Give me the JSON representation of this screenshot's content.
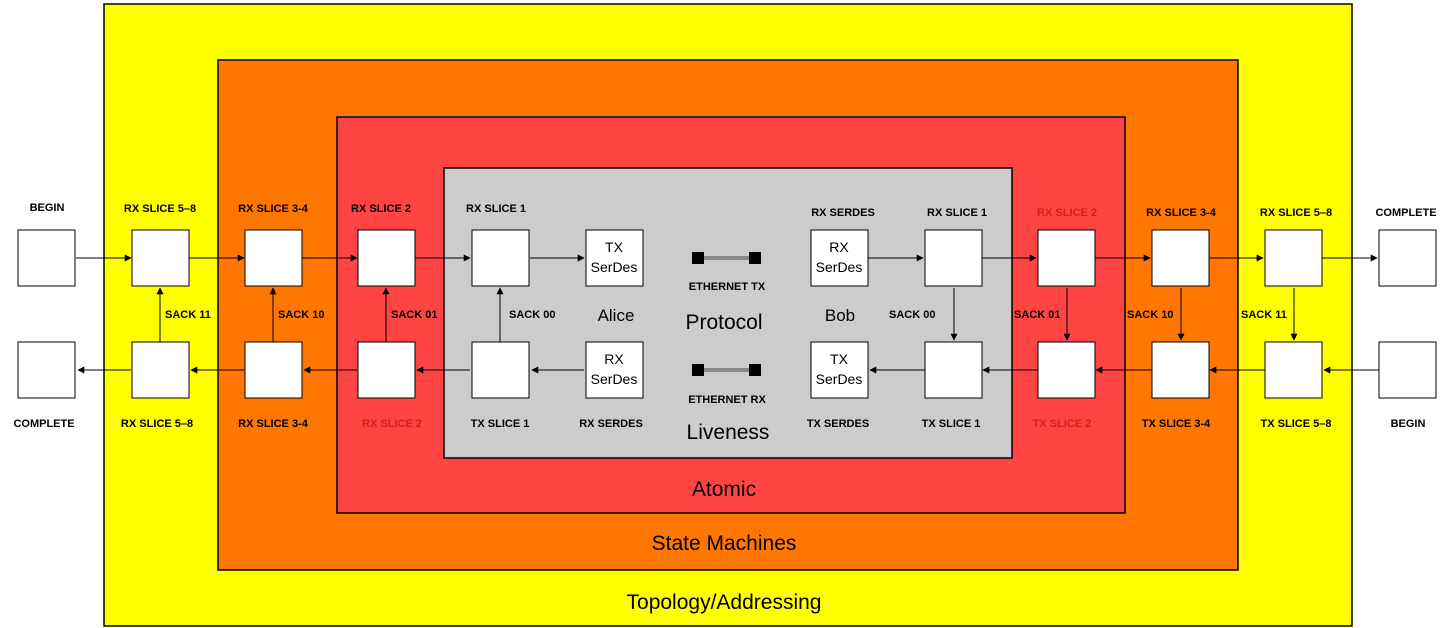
{
  "layers": {
    "topology": "Topology/Addressing",
    "state_machines": "State Machines",
    "atomic": "Atomic",
    "protocol": "Protocol",
    "liveness": "Liveness"
  },
  "parties": {
    "alice": "Alice",
    "bob": "Bob"
  },
  "ethernet": {
    "tx": "ETHERNET TX",
    "rx": "ETHERNET RX"
  },
  "serdes": {
    "alice_tx": [
      "TX",
      "SerDes"
    ],
    "alice_rx": [
      "RX",
      "SerDes"
    ],
    "bob_rx": [
      "RX",
      "SerDes"
    ],
    "bob_tx": [
      "TX",
      "SerDes"
    ]
  },
  "left": {
    "begin": "BEGIN",
    "complete": "COMPLETE",
    "top_labels": [
      "RX SLICE 5–8",
      "RX SLICE 3-4",
      "RX SLICE 2",
      "RX SLICE 1"
    ],
    "bottom_labels": [
      "RX SLICE 5–8",
      "RX SLICE 3-4",
      "RX SLICE 2",
      "TX SLICE 1",
      "RX SERDES"
    ],
    "sacks": [
      "SACK 11",
      "SACK 10",
      "SACK 01",
      "SACK 00"
    ]
  },
  "right": {
    "complete": "COMPLETE",
    "begin": "BEGIN",
    "top_labels": [
      "RX SERDES",
      "RX SLICE 1",
      "RX SLICE 2",
      "RX SLICE 3-4",
      "RX SLICE 5–8"
    ],
    "bottom_labels": [
      "TX SERDES",
      "TX SLICE 1",
      "TX SLICE 2",
      "TX SLICE 3-4",
      "TX SLICE 5–8"
    ],
    "sacks": [
      "SACK 00",
      "SACK 01",
      "SACK 10",
      "SACK 11"
    ]
  },
  "colors": {
    "topology": "#ffff00",
    "state_machines": "#ff7700",
    "atomic": "#ff4444",
    "protocol": "#cccccc",
    "red_label": "#d91c1c",
    "cable": "#888888"
  }
}
